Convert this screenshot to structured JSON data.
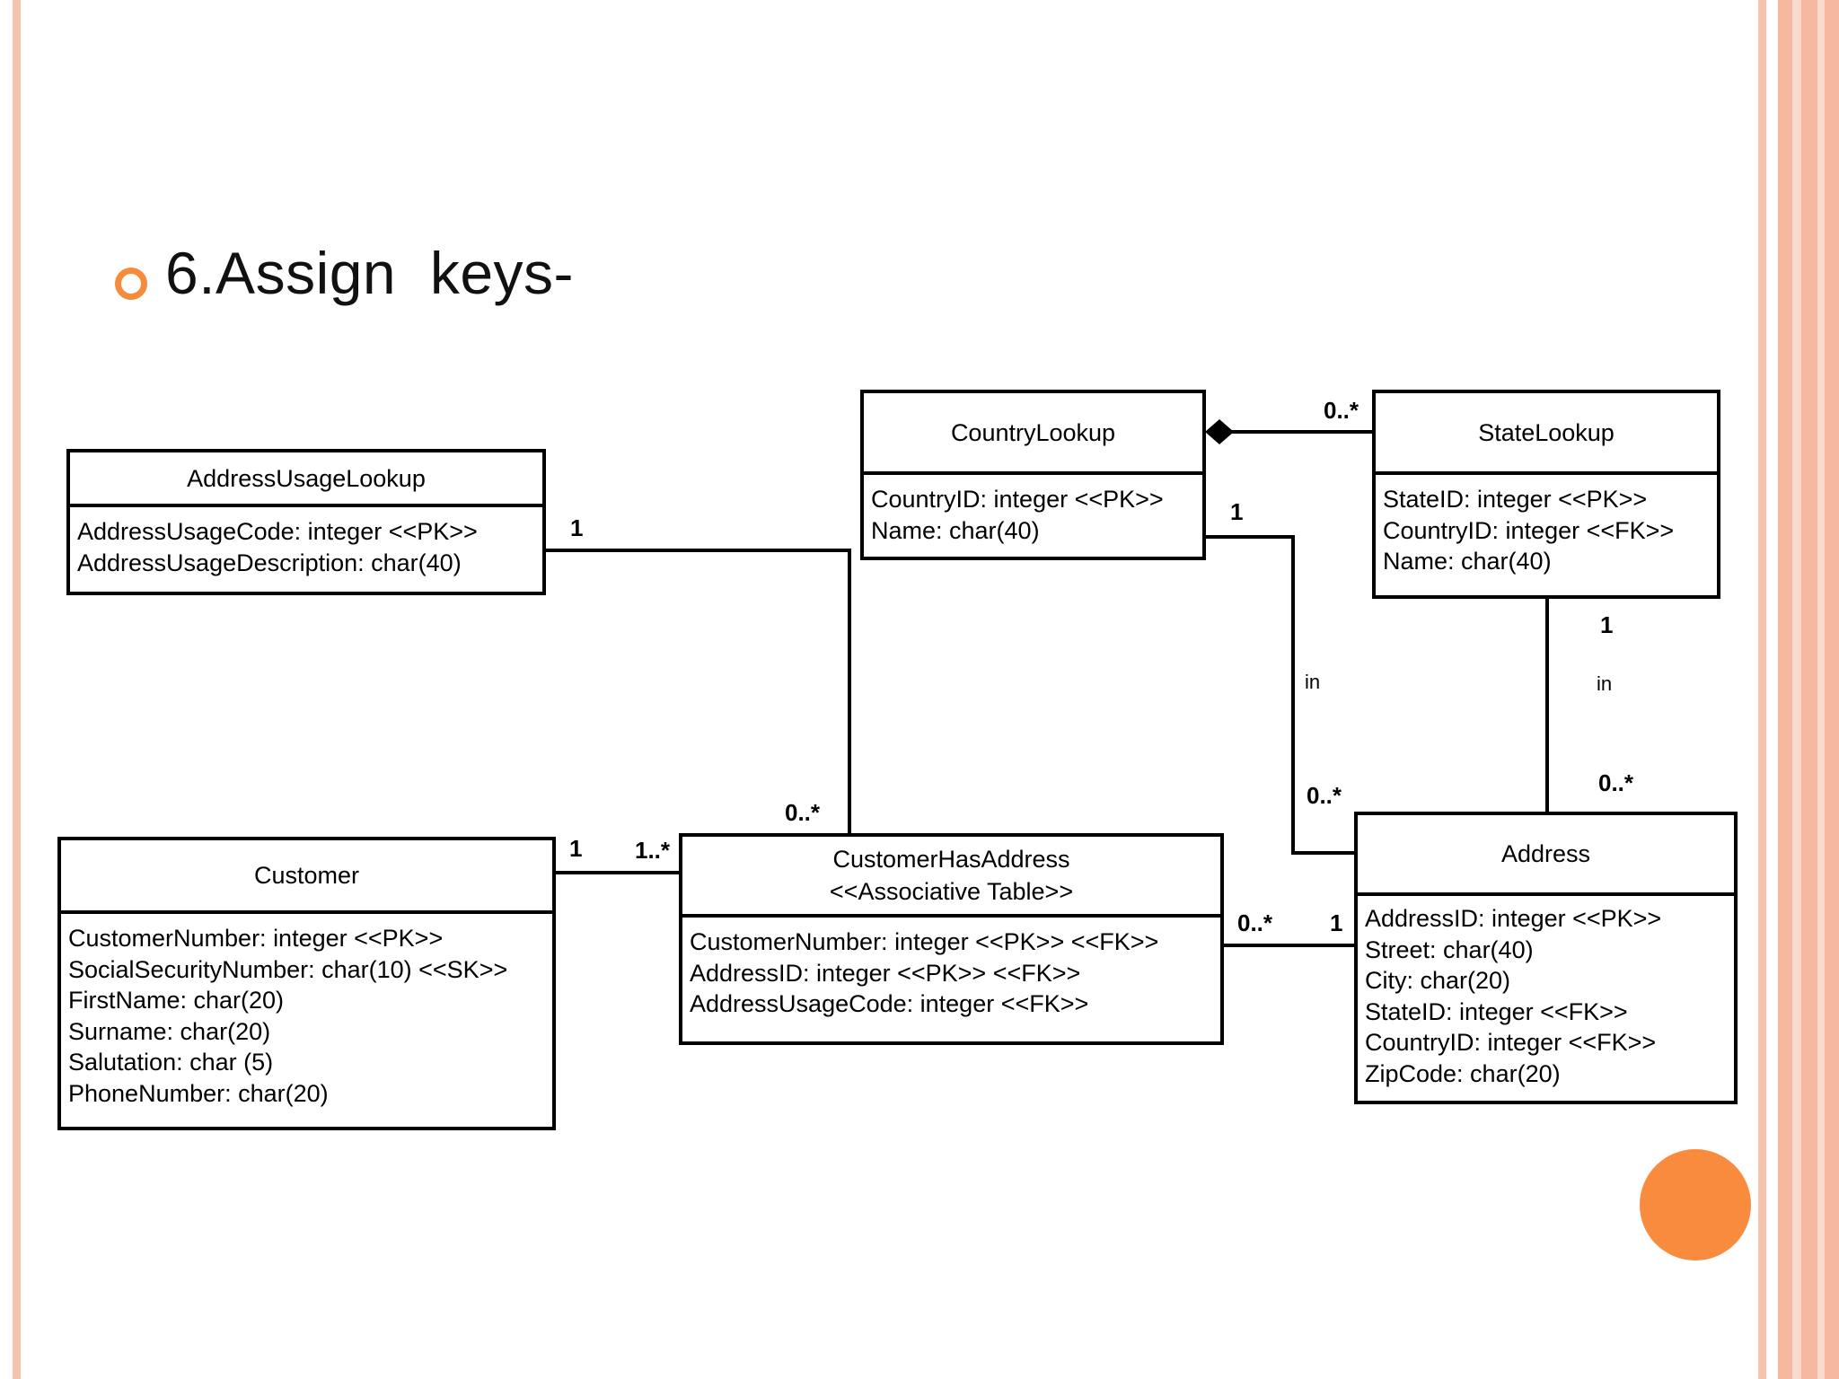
{
  "slide": {
    "title": "6.Assign  keys-"
  },
  "diagram": {
    "classes": {
      "address_usage_lookup": {
        "name": "AddressUsageLookup",
        "attributes": [
          "AddressUsageCode: integer <<PK>>",
          "AddressUsageDescription: char(40)"
        ]
      },
      "country_lookup": {
        "name": "CountryLookup",
        "attributes": [
          "CountryID: integer <<PK>>",
          "Name: char(40)"
        ]
      },
      "state_lookup": {
        "name": "StateLookup",
        "attributes": [
          "StateID: integer <<PK>>",
          "CountryID: integer <<FK>>",
          "Name: char(40)"
        ]
      },
      "customer": {
        "name": "Customer",
        "attributes": [
          "CustomerNumber: integer <<PK>>",
          "SocialSecurityNumber: char(10) <<SK>>",
          "FirstName: char(20)",
          "Surname: char(20)",
          "Salutation: char (5)",
          "PhoneNumber: char(20)"
        ]
      },
      "customer_has_address": {
        "name": "CustomerHasAddress",
        "stereotype": "<<Associative Table>>",
        "attributes": [
          "CustomerNumber: integer <<PK>> <<FK>>",
          "AddressID: integer <<PK>> <<FK>>",
          "AddressUsageCode: integer <<FK>>"
        ]
      },
      "address": {
        "name": "Address",
        "attributes": [
          "AddressID: integer <<PK>>",
          "Street: char(40)",
          "City: char(20)",
          "StateID: integer <<FK>>",
          "CountryID: integer <<FK>>",
          "ZipCode: char(20)"
        ]
      }
    },
    "associations": [
      {
        "from": "CountryLookup",
        "to": "StateLookup",
        "from_mult": "",
        "to_mult": "0..*",
        "type": "composition",
        "label": ""
      },
      {
        "from": "AddressUsageLookup",
        "to": "CustomerHasAddress",
        "from_mult": "1",
        "to_mult": "0..*",
        "type": "association",
        "label": ""
      },
      {
        "from": "CountryLookup",
        "to": "Address",
        "from_mult": "1",
        "to_mult": "0..*",
        "type": "association",
        "label": "in"
      },
      {
        "from": "StateLookup",
        "to": "Address",
        "from_mult": "1",
        "to_mult": "0..*",
        "type": "association",
        "label": "in"
      },
      {
        "from": "Customer",
        "to": "CustomerHasAddress",
        "from_mult": "1",
        "to_mult": "1..*",
        "type": "association",
        "label": ""
      },
      {
        "from": "CustomerHasAddress",
        "to": "Address",
        "from_mult": "0..*",
        "to_mult": "1",
        "type": "association",
        "label": ""
      }
    ]
  },
  "colors": {
    "accent": "#f58b3b",
    "border": "#f6c3ae"
  }
}
